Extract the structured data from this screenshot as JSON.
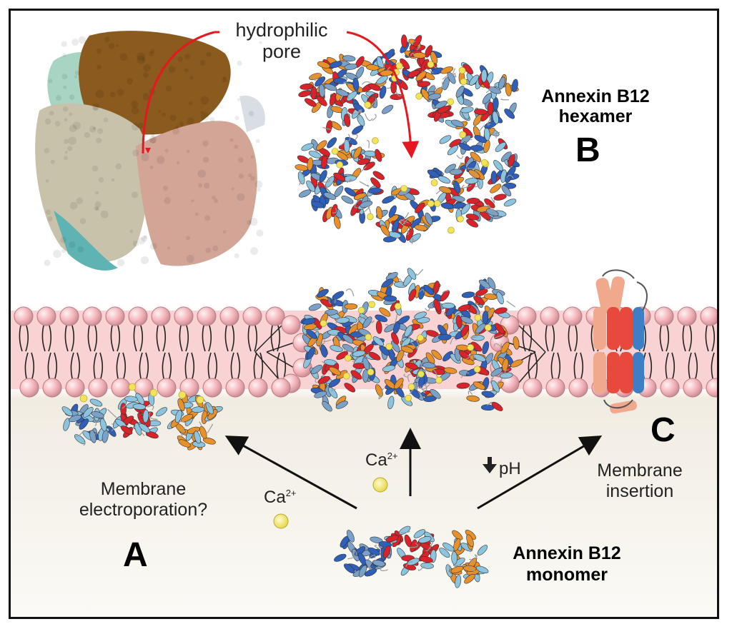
{
  "labels": {
    "pore_line1": "hydrophilic",
    "pore_line2": "pore",
    "hexamer_line1": "Annexin B12",
    "hexamer_line2": "hexamer",
    "letter_a": "A",
    "letter_b": "B",
    "letter_c": "C",
    "electroporation_line1": "Membrane",
    "electroporation_line2": "electroporation?",
    "insertion_line1": "Membrane",
    "insertion_line2": "insertion",
    "ph": "pH",
    "ca_left_base": "Ca",
    "ca_left_sup": "2+",
    "ca_mid_base": "Ca",
    "ca_mid_sup": "2+",
    "monomer_line1": "Annexin B12",
    "monomer_line2": "monomer"
  },
  "colors": {
    "membrane": "#f9d3d3",
    "lipid_head": "#f4b6bc",
    "helix_red": "#d9232a",
    "helix_blue": "#2f5fb8",
    "helix_lightblue": "#8cc4e0",
    "helix_orange": "#e8902a",
    "calcium": "#f2e35a",
    "pore_arrow": "#e5171f",
    "surface_brown": "#8a5a1e",
    "surface_tan": "#c9c2aa",
    "surface_pink": "#d2a597",
    "surface_teal": "#5fb3b3",
    "surface_mint": "#a8d4c4"
  },
  "icons": {
    "ph_arrow": "down-arrow-icon"
  }
}
